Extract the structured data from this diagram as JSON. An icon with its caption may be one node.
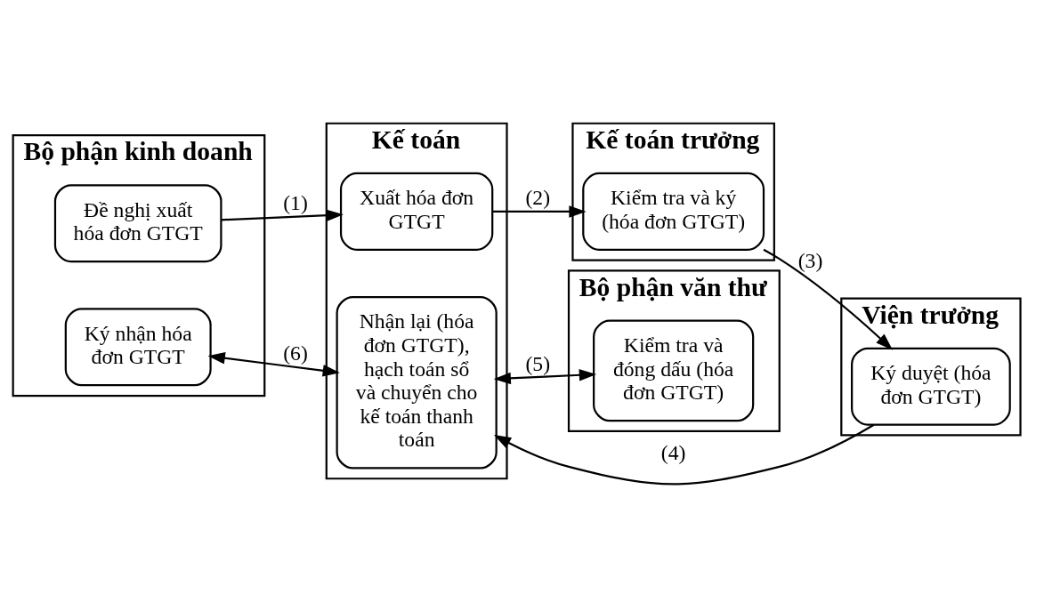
{
  "diagram": {
    "nodes": [
      {
        "text": [
          "Bộ phận kinh doanh"
        ]
      },
      {
        "text": [
          "Đề nghị xuất hóa đơn GTGT"
        ],
        "in": 0
      },
      {
        "text": [
          "Ký nhận hóa đơn GTGT"
        ],
        "in": 0
      },
      {
        "text": [
          "Kế toán"
        ]
      },
      {
        "text": [
          "Xuất hóa đơn GTGT"
        ],
        "in": 3
      },
      {
        "text": [
          "Nhận lại (hóa đơn GTGT), hạch toán sổ và chuyển cho kế toán thanh toán"
        ],
        "in": 3
      },
      {
        "text": [
          "Kế toán trưởng"
        ]
      },
      {
        "text": [
          "Kiểm tra và ký (hóa đơn GTGT)"
        ],
        "in": 6
      },
      {
        "text": [
          "Viện trưởng"
        ]
      },
      {
        "text": [
          "Ký duyệt (hóa đơn GTGT)"
        ],
        "in": 8
      },
      {
        "text": [
          "Bộ phận văn thư"
        ]
      },
      {
        "text": [
          "Kiểm tra và đóng dấu (hóa đơn GTGT)"
        ],
        "in": 10
      }
    ],
    "edges": [
      {
        "from": 1,
        "to": 4,
        "arrow": "to",
        "label": "(1)"
      },
      {
        "from": 4,
        "to": 7,
        "arrow": "to",
        "label": "(2)"
      },
      {
        "from": 7,
        "to": 9,
        "arrow": "to",
        "label": "(3)"
      },
      {
        "from": 9,
        "to": 5,
        "arrow": "to",
        "label": "(4)"
      },
      {
        "from": 5,
        "to": 11,
        "arrow": "both",
        "label": "(5)"
      },
      {
        "from": 2,
        "to": 5,
        "arrow": "both",
        "label": "(6)"
      }
    ]
  }
}
